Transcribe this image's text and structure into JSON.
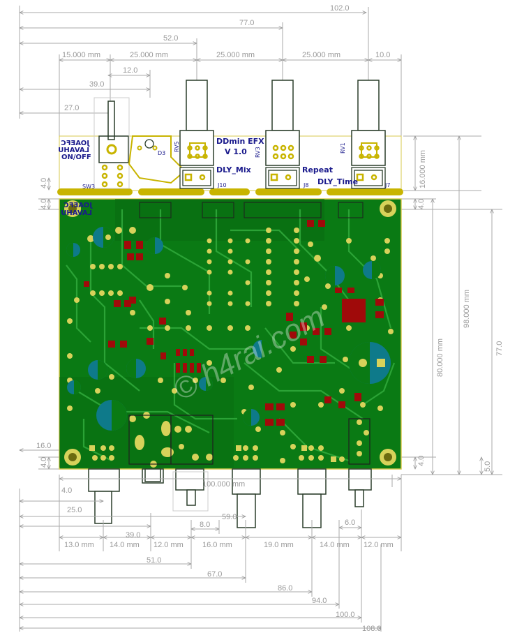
{
  "dimensions_top": [
    {
      "label": "102.0"
    },
    {
      "label": "77.0"
    },
    {
      "label": "52.0"
    },
    {
      "label": "15.000 mm"
    },
    {
      "label": "25.000 mm"
    },
    {
      "label": "25.000 mm"
    },
    {
      "label": "25.000 mm"
    },
    {
      "label": "10.0"
    },
    {
      "label": "12.0"
    },
    {
      "label": "39.0"
    },
    {
      "label": "27.0"
    }
  ],
  "dimensions_bottom": [
    {
      "label": "100.000 mm"
    },
    {
      "label": "25.0"
    },
    {
      "label": "59.0"
    },
    {
      "label": "39.0"
    },
    {
      "label": "8.0"
    },
    {
      "label": "6.0"
    },
    {
      "label": "13.0 mm"
    },
    {
      "label": "14.0 mm"
    },
    {
      "label": "12.0 mm"
    },
    {
      "label": "16.0 mm"
    },
    {
      "label": "19.0 mm"
    },
    {
      "label": "14.0 mm"
    },
    {
      "label": "12.0 mm"
    },
    {
      "label": "51.0"
    },
    {
      "label": "67.0"
    },
    {
      "label": "86.0"
    },
    {
      "label": "94.0"
    },
    {
      "label": "100.0"
    },
    {
      "label": "108.0"
    }
  ],
  "dimensions_right": [
    {
      "label": "16.000 mm"
    },
    {
      "label": "80.000 mm"
    },
    {
      "label": "98.000 mm"
    },
    {
      "label": "77.0"
    },
    {
      "label": "4.0"
    },
    {
      "label": "4.0"
    },
    {
      "label": "5.0"
    }
  ],
  "dimensions_left": [
    {
      "label": "16.0"
    },
    {
      "label": "4.0"
    },
    {
      "label": "4.0"
    },
    {
      "label": "4.0"
    },
    {
      "label": "4.0"
    }
  ],
  "silkscreen": {
    "title": "DDmin EFX",
    "version": "V 1.0",
    "dly_mix": "DLY_Mix",
    "repeat": "Repeat",
    "dly_time": "DLY_Time",
    "onoff": "ON/OFF",
    "mirror_1": "JOAEFC",
    "mirror_2": "LAVAHU",
    "ref_sw3": "SW3",
    "ref_j10": "J10",
    "ref_j8": "J8",
    "ref_j7": "J7",
    "ref_rv5": "RV5",
    "ref_rv3": "RV3",
    "ref_rv1": "RV1",
    "ref_d3": "D3"
  },
  "watermark": "© h4rai.com",
  "colors": {
    "board": "#0a7a14",
    "copper": "#d7d25a",
    "silk_outline": "#3a3a3a",
    "smd_pad": "#a00a0a",
    "cap": "#0e7a8a",
    "dim": "#999999",
    "top_outline": "#d7c94c"
  }
}
